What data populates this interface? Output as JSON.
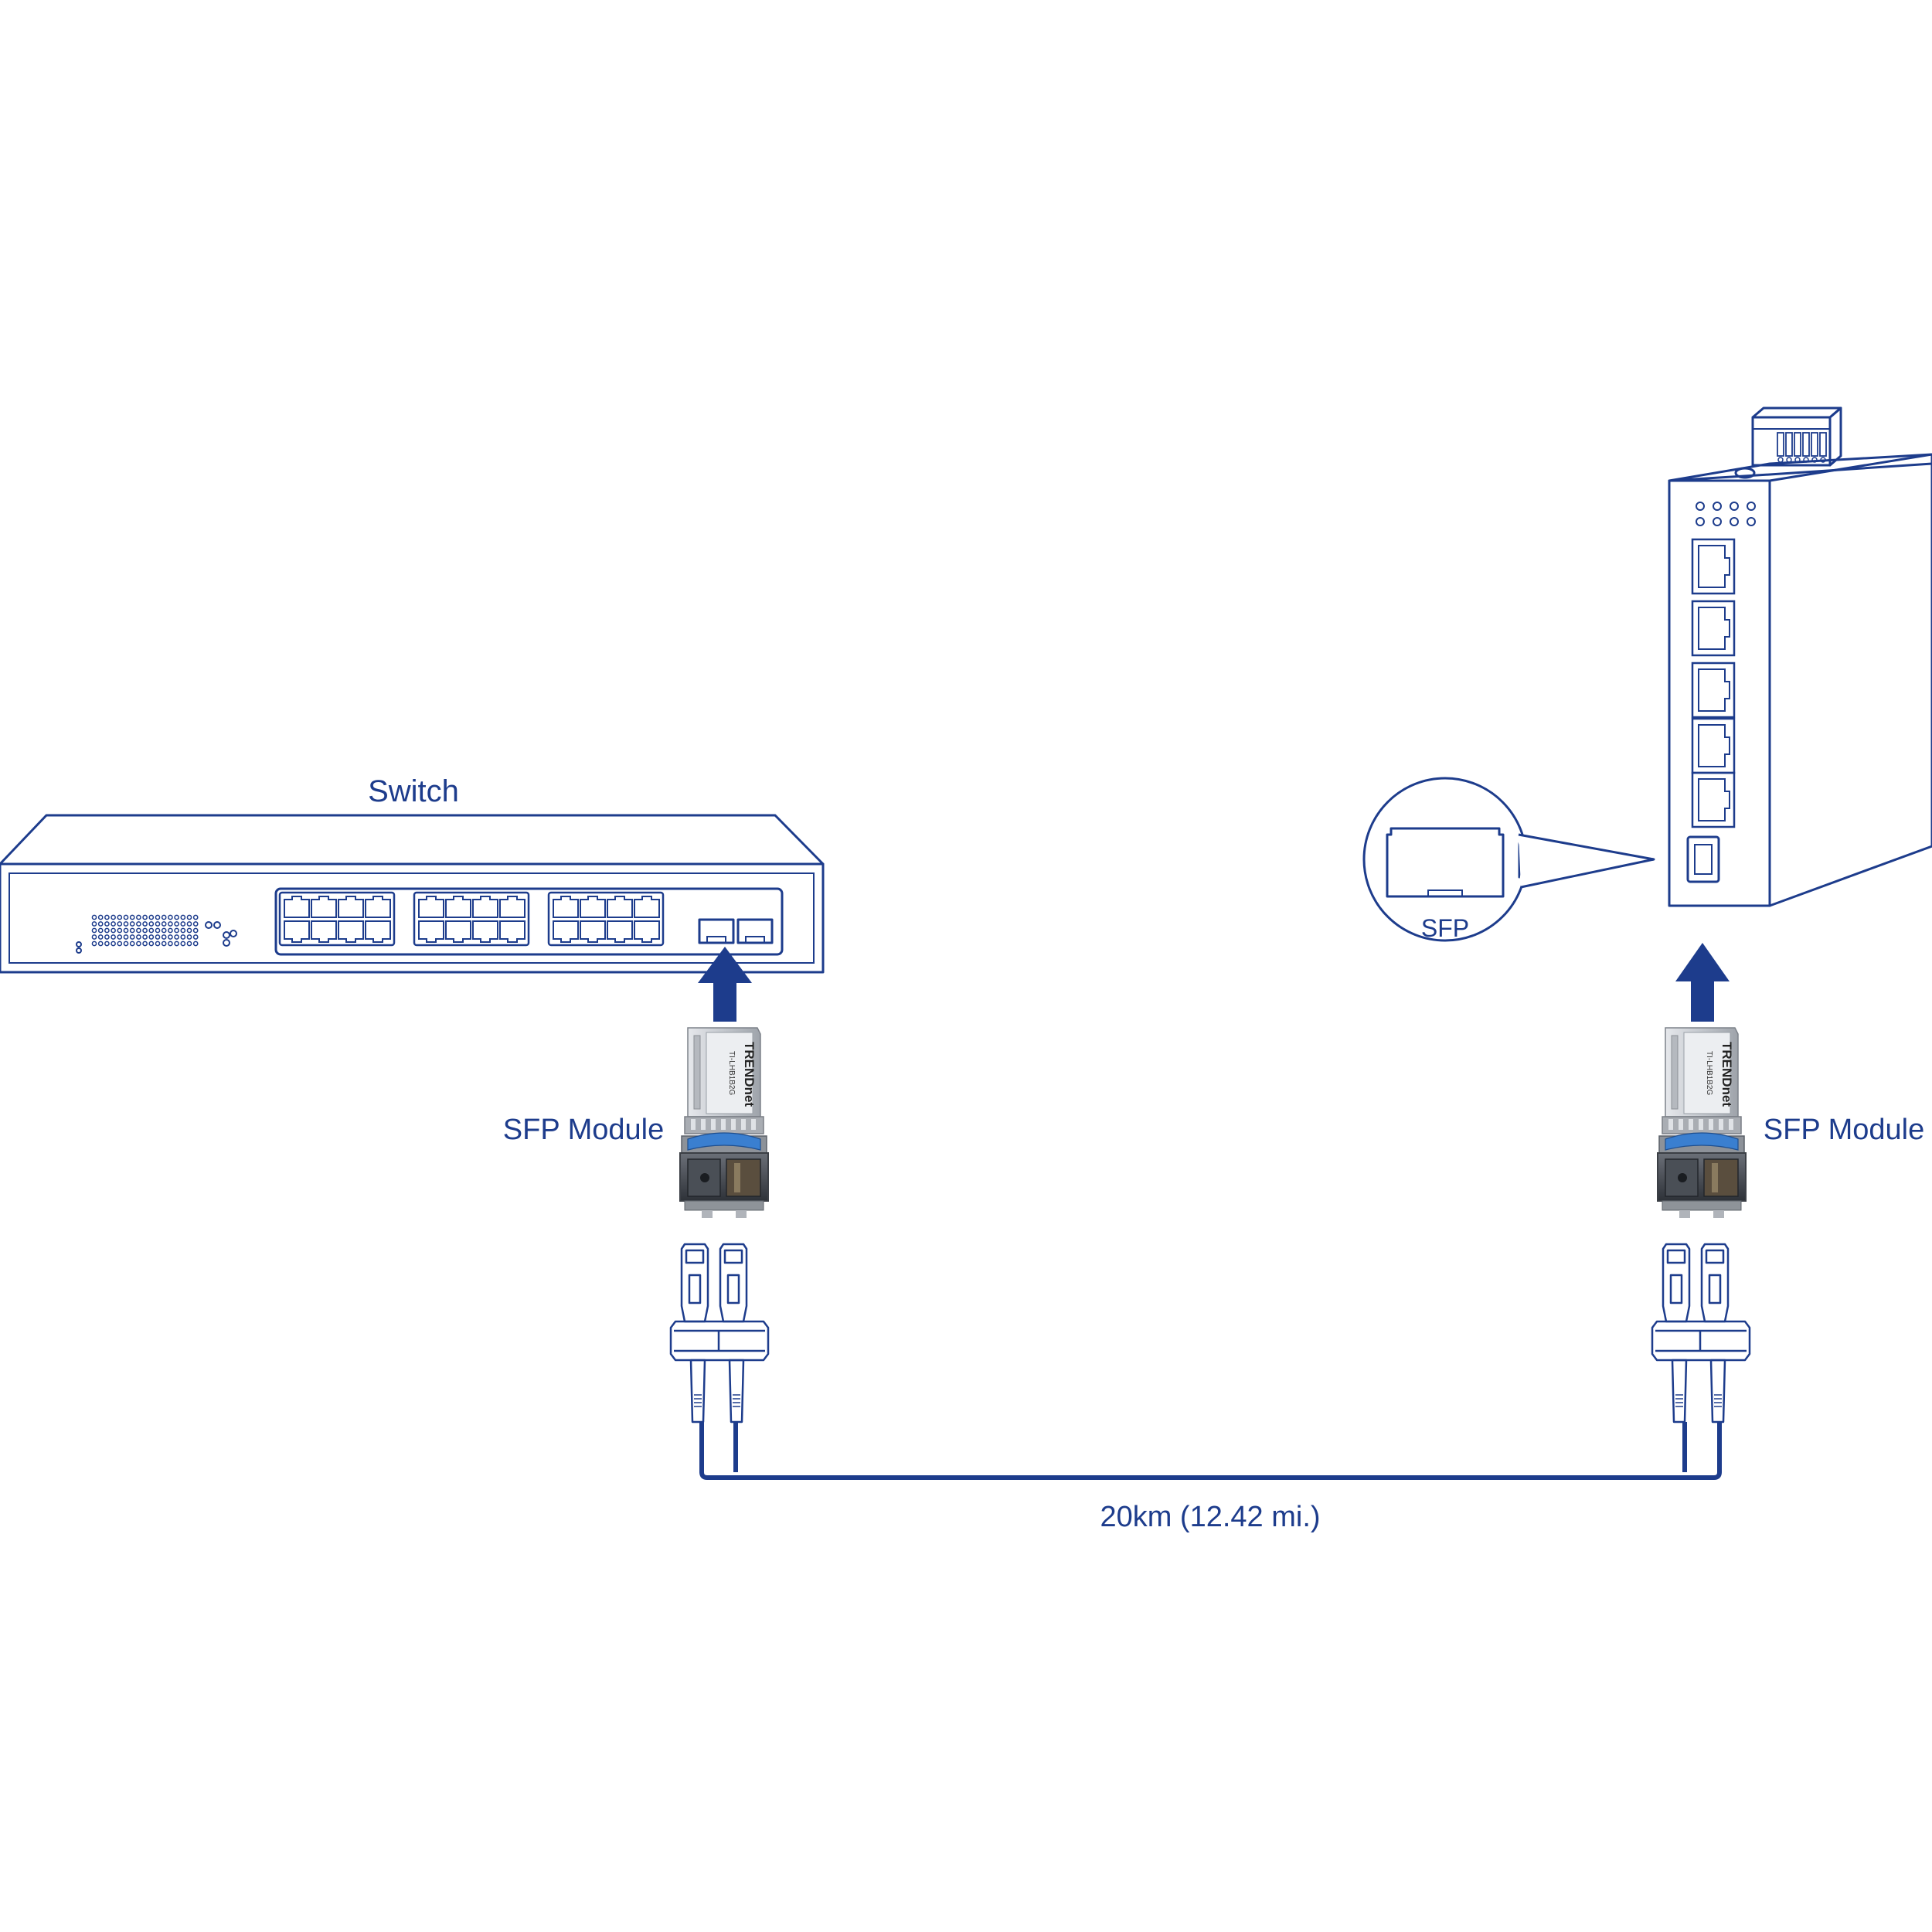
{
  "labels": {
    "switch": "Switch",
    "sfp_module_left": "SFP Module",
    "sfp_module_right": "SFP Module",
    "sfp_callout": "SFP",
    "distance": "20km (12.42 mi.)"
  },
  "module_branding": {
    "brand": "TRENDnet",
    "model": "TI-LHB1B2G"
  },
  "colors": {
    "line": "#1d3c8c",
    "arrow": "#1d3c8c",
    "cable": "#1d3c8c",
    "module_body": "#c8ccd2",
    "module_blue": "#3a7fd0"
  }
}
